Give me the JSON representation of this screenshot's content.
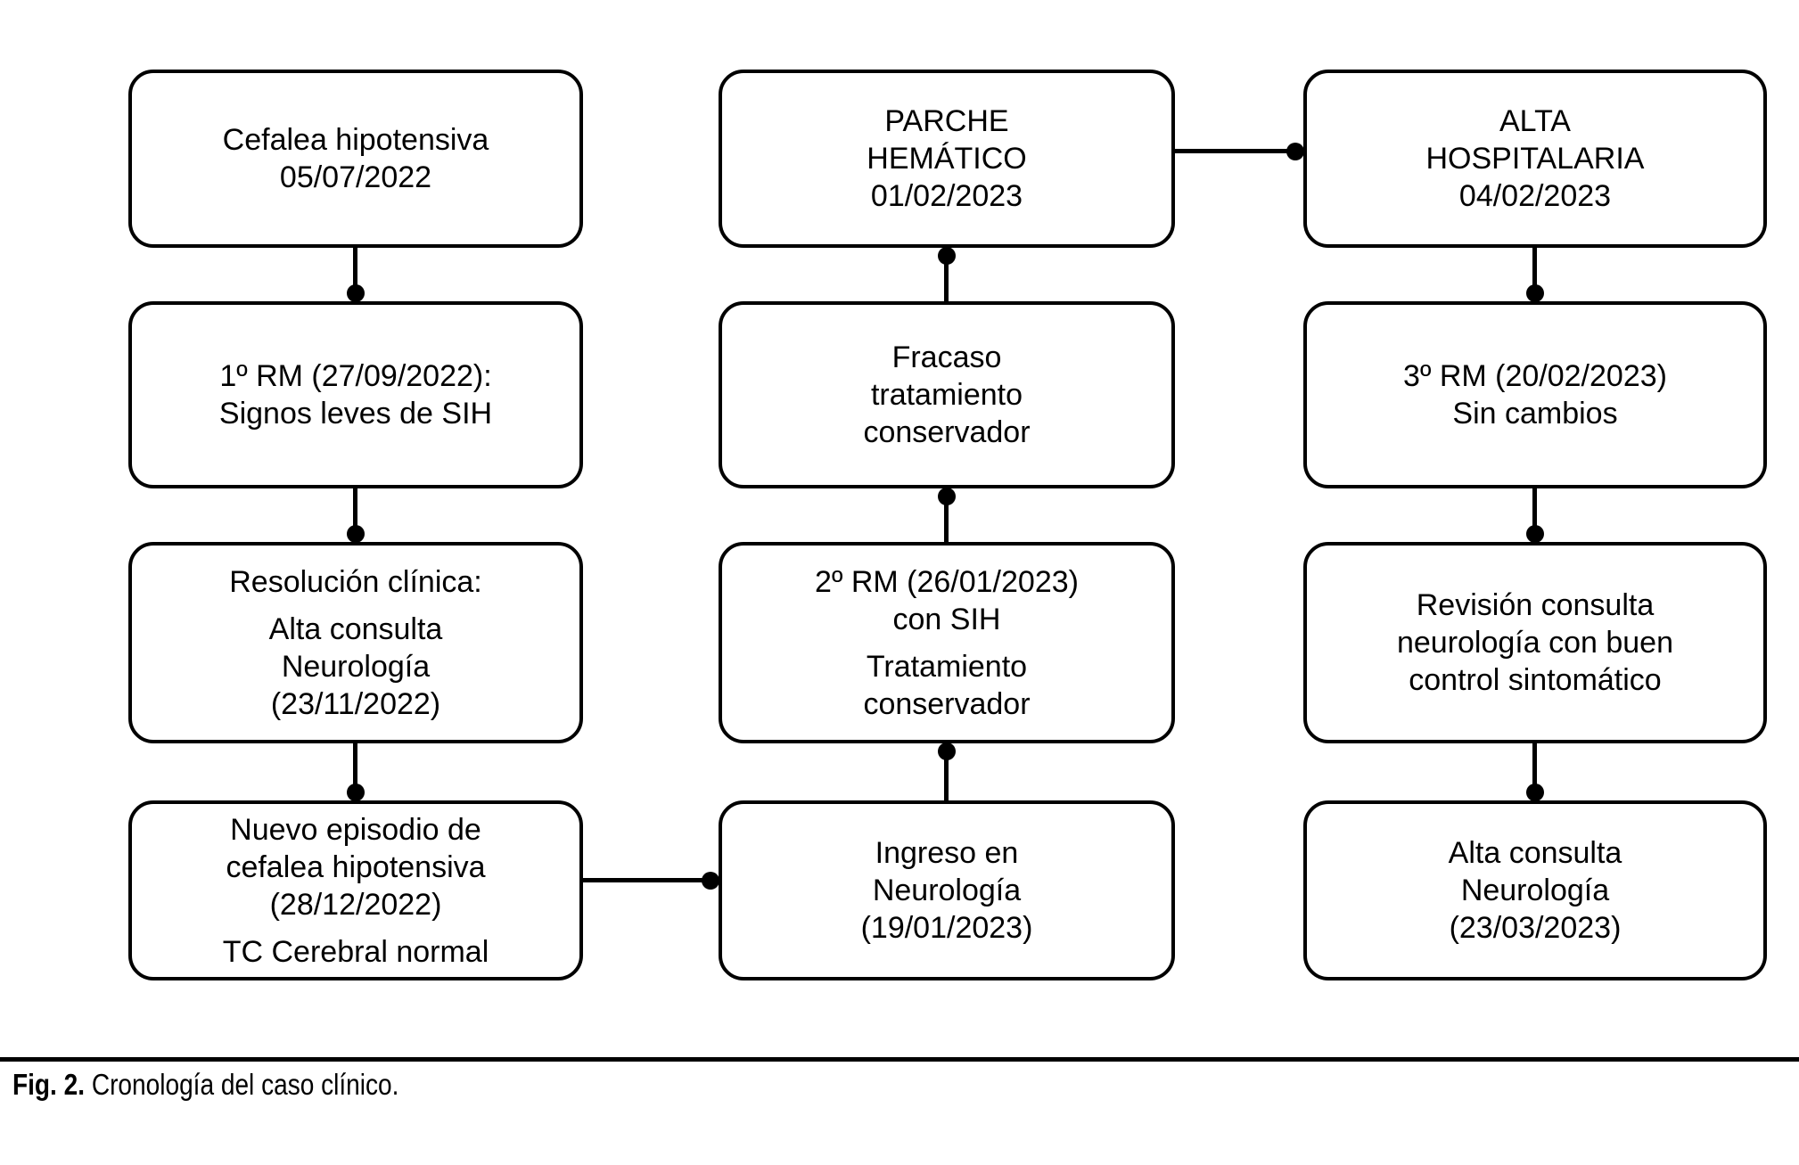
{
  "colors": {
    "ink": "#000000",
    "background": "#ffffff"
  },
  "figure": {
    "caption": {
      "label": "Fig. 2.",
      "text": "Cronología del caso clínico."
    }
  },
  "diagram": {
    "columns": [
      {
        "name": "column-initial-episode",
        "flow": "down",
        "boxes": [
          {
            "name": "cefalea-hipotensiva",
            "paragraphs": [
              [
                "Cefalea hipotensiva",
                "05/07/2022"
              ]
            ]
          },
          {
            "name": "primera-rm",
            "paragraphs": [
              [
                "1º RM (27/09/2022):",
                "Signos leves de SIH"
              ]
            ]
          },
          {
            "name": "resolucion-clinica",
            "paragraphs": [
              [
                "Resolución clínica:"
              ],
              [
                "Alta consulta",
                "Neurología",
                "(23/11/2022)"
              ]
            ]
          },
          {
            "name": "nuevo-episodio",
            "paragraphs": [
              [
                "Nuevo episodio de",
                "cefalea hipotensiva",
                "(28/12/2022)"
              ],
              [
                "TC Cerebral normal"
              ]
            ]
          }
        ]
      },
      {
        "name": "column-admission",
        "flow": "up",
        "boxes": [
          {
            "name": "parche-hematico",
            "paragraphs": [
              [
                "PARCHE",
                "HEMÁTICO",
                "01/02/2023"
              ]
            ]
          },
          {
            "name": "fracaso-tratamiento",
            "paragraphs": [
              [
                "Fracaso",
                "tratamiento",
                "conservador"
              ]
            ]
          },
          {
            "name": "segunda-rm",
            "paragraphs": [
              [
                "2º RM (26/01/2023)",
                "con SIH"
              ],
              [
                "Tratamiento",
                "conservador"
              ]
            ]
          },
          {
            "name": "ingreso-neurologia",
            "paragraphs": [
              [
                "Ingreso en",
                "Neurología",
                "(19/01/2023)"
              ]
            ]
          }
        ]
      },
      {
        "name": "column-discharge",
        "flow": "down",
        "boxes": [
          {
            "name": "alta-hospitalaria",
            "paragraphs": [
              [
                "ALTA",
                "HOSPITALARIA",
                "04/02/2023"
              ]
            ]
          },
          {
            "name": "tercera-rm",
            "paragraphs": [
              [
                "3º RM (20/02/2023)",
                "Sin cambios"
              ]
            ]
          },
          {
            "name": "revision-consulta",
            "paragraphs": [
              [
                "Revisión consulta",
                "neurología con buen",
                "control sintomático"
              ]
            ]
          },
          {
            "name": "alta-consulta",
            "paragraphs": [
              [
                "Alta consulta",
                "Neurología",
                "(23/03/2023)"
              ]
            ]
          }
        ]
      }
    ],
    "connectors": [
      {
        "from": "cefalea-hipotensiva",
        "to": "primera-rm",
        "dot_end": "to"
      },
      {
        "from": "primera-rm",
        "to": "resolucion-clinica",
        "dot_end": "to"
      },
      {
        "from": "resolucion-clinica",
        "to": "nuevo-episodio",
        "dot_end": "to"
      },
      {
        "from": "nuevo-episodio",
        "to": "ingreso-neurologia",
        "dot_end": "to"
      },
      {
        "from": "ingreso-neurologia",
        "to": "segunda-rm",
        "dot_end": "to"
      },
      {
        "from": "segunda-rm",
        "to": "fracaso-tratamiento",
        "dot_end": "to"
      },
      {
        "from": "fracaso-tratamiento",
        "to": "parche-hematico",
        "dot_end": "to"
      },
      {
        "from": "parche-hematico",
        "to": "alta-hospitalaria",
        "dot_end": "to"
      },
      {
        "from": "alta-hospitalaria",
        "to": "tercera-rm",
        "dot_end": "to"
      },
      {
        "from": "tercera-rm",
        "to": "revision-consulta",
        "dot_end": "to"
      },
      {
        "from": "revision-consulta",
        "to": "alta-consulta",
        "dot_end": "to"
      }
    ]
  }
}
